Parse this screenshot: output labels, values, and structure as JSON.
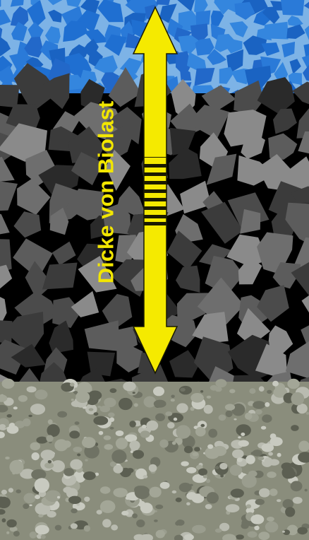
{
  "diagram": {
    "arrow_label": "Dicke von Biolast"
  },
  "colors": {
    "water_light": "#7db3e6",
    "water_dark": "#1f6fd1",
    "ballast_background": "#000000",
    "ballast_stone_shades": [
      "#2a2a2a",
      "#3b3b3b",
      "#4b4b4b",
      "#5c5c5c",
      "#6e6e6e",
      "#8a8a8a"
    ],
    "gravel_background": "#8a8d7c",
    "arrow_fill": "#f5ea00",
    "arrow_outline": "#1a1a00"
  },
  "layers": [
    {
      "id": "water",
      "description_hidden": true
    },
    {
      "id": "ballast"
    },
    {
      "id": "gravel"
    }
  ]
}
